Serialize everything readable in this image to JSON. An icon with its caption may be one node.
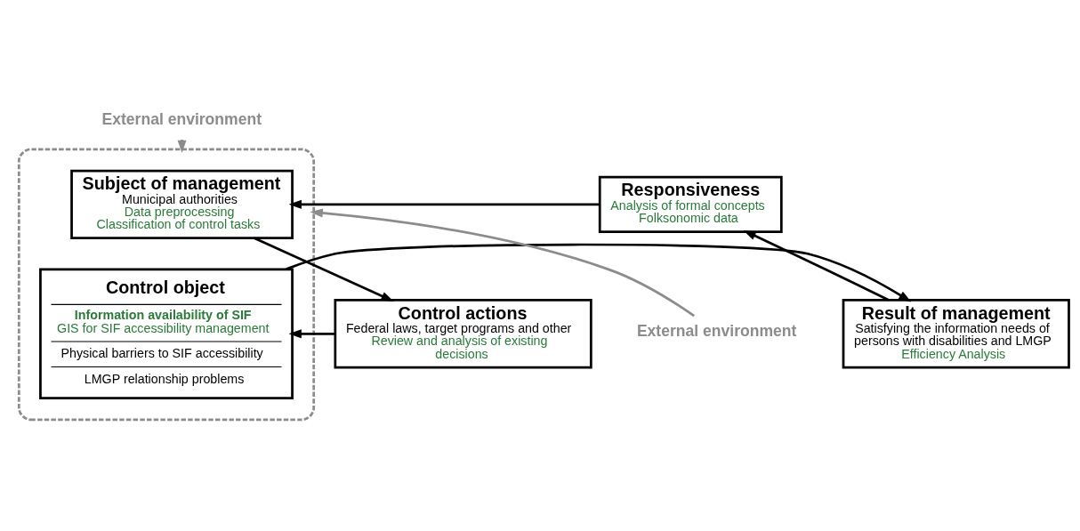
{
  "diagram": {
    "nodes": [
      {
        "text": [
          "External environment"
        ]
      },
      {
        "text": [],
        "shape": "box"
      },
      {
        "text": [
          "Subject of management",
          "Municipal authorities",
          "Data preprocessing",
          "Classification of control tasks"
        ],
        "in": 1
      },
      {
        "text": [
          "Responsiveness",
          "Analysis of formal concepts",
          "Folksonomic data"
        ]
      },
      {
        "text": [
          "Control actions",
          "Federal laws, target programs and other",
          "Review and analysis of existing decisions"
        ]
      },
      {
        "text": [
          "Control object",
          "Information availability of SIF",
          "GIS for SIF accessibility management",
          "Physical barriers to SIF accessibility",
          "LMGP relationship problems"
        ],
        "in": 1
      },
      {
        "text": [
          "Result of management",
          "Satisfying the information needs of persons with disabilities and LMGP",
          "Efficiency Analysis"
        ]
      },
      {
        "text": [
          "External environment"
        ]
      }
    ],
    "edges": [
      {
        "from": 0,
        "to": 1,
        "arrow": "to",
        "color": "#8c8c8c"
      },
      {
        "from": 3,
        "to": 2,
        "arrow": "to"
      },
      {
        "from": 2,
        "to": 4,
        "arrow": "to"
      },
      {
        "from": 4,
        "to": 5,
        "arrow": "to"
      },
      {
        "from": 5,
        "to": 6,
        "arrow": "to"
      },
      {
        "from": 6,
        "to": 3,
        "arrow": "to"
      },
      {
        "from": 7,
        "to": 1,
        "arrow": "to",
        "color": "#8c8c8c"
      }
    ]
  }
}
